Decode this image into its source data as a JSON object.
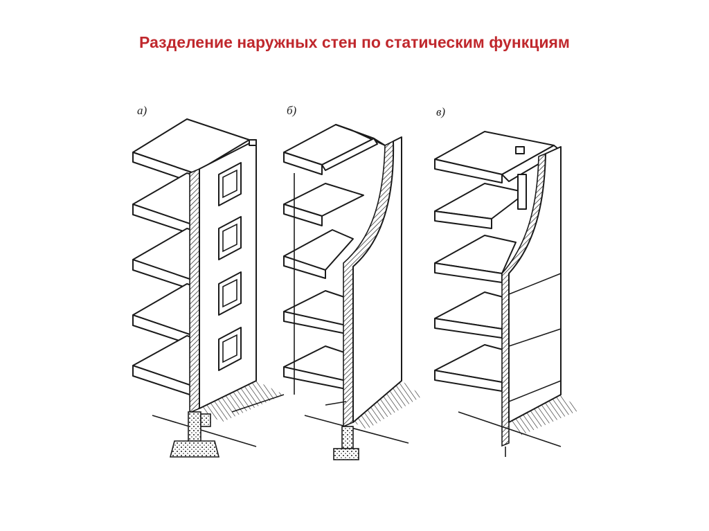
{
  "title": "Разделение наружных стен по статическим функциям",
  "panels": [
    {
      "label": "а)",
      "icon": "load-bearing-wall-diagram"
    },
    {
      "label": "б)",
      "icon": "self-supporting-wall-diagram"
    },
    {
      "label": "в)",
      "icon": "curtain-wall-diagram"
    }
  ],
  "colors": {
    "title": "#c0282d",
    "ink": "#1a1a1a"
  }
}
